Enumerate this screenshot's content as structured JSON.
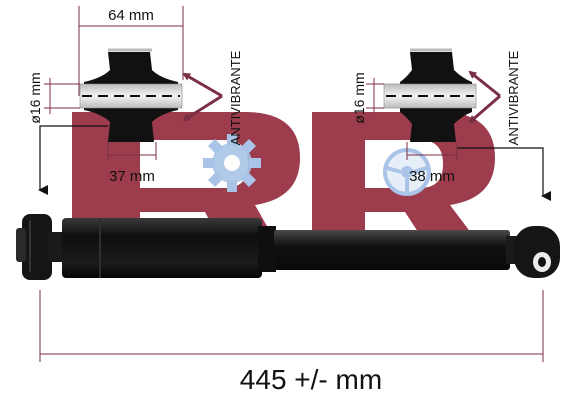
{
  "colors": {
    "background": "#ffffff",
    "logo": "#8b1a2e",
    "logo_tint": "#ecc8cf",
    "dimension_lines": "#7a2f45",
    "shock_body": "#141414",
    "bushing_rubber": "#111111",
    "bushing_sleeve": "#d9d9d9",
    "text": "#111111"
  },
  "icons": {
    "logo": "br-logo",
    "left_emblem": "gear-icon",
    "right_emblem": "steering-wheel-icon"
  },
  "left_bushing": {
    "width_label": "64 mm",
    "diameter_label": "ø16 mm",
    "inner_label": "37 mm",
    "feature_label": "ANTIVIBRANTE"
  },
  "right_bushing": {
    "diameter_label": "ø16 mm",
    "inner_label": "38 mm",
    "feature_label": "ANTIVIBRANTE"
  },
  "overall_length_label": "445 +/- mm"
}
